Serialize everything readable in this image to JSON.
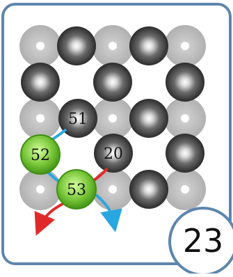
{
  "labels": {
    "ball_51": "51",
    "ball_52": "52",
    "ball_20": "20",
    "ball_53": "53"
  },
  "badge": {
    "number": "23"
  },
  "colors": {
    "frame_border": "#5d86ad",
    "grey_disc": "#bdbdbd",
    "dark_ball": "#2f2f2f",
    "green_ball": "#8fd14f",
    "green_ball_dark": "#3f8f12",
    "arrow_red": "#e02a2a",
    "arrow_blue": "#2aa7e0",
    "white": "#ffffff"
  }
}
